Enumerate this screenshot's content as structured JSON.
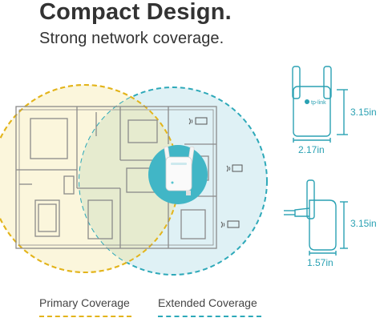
{
  "heading": {
    "title": "Compact Design.",
    "subtitle": "Strong network coverage."
  },
  "dimensions": {
    "front_height": "3.15in",
    "front_width": "2.17in",
    "side_height": "3.15in",
    "side_depth": "1.57in"
  },
  "brand": {
    "logo": "tp-link"
  },
  "legend": {
    "primary": {
      "label": "Primary Coverage",
      "color": "#e3b41b"
    },
    "extended": {
      "label": "Extended Coverage",
      "color": "#2ea9b9"
    }
  },
  "icons": [
    "wifi-router-icon",
    "wifi-device-icon"
  ]
}
